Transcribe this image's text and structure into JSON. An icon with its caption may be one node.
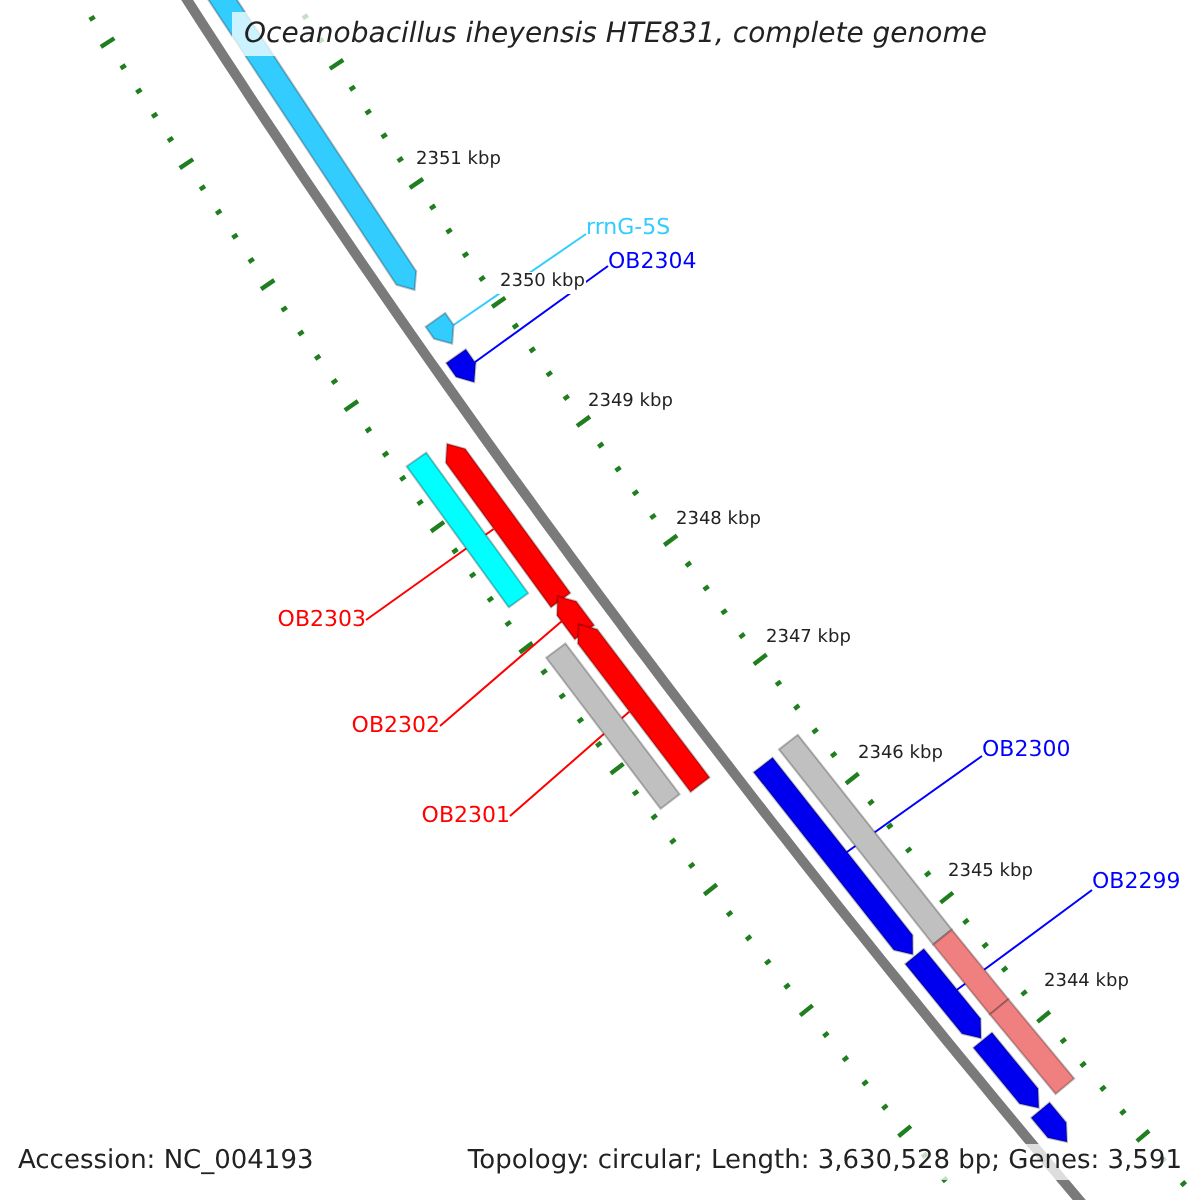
{
  "diagram": {
    "title": "Oceanobacillus iheyensis HTE831, complete genome",
    "nodes": [
      {
        "text": [
          "rrnG-5S"
        ]
      },
      {
        "text": [
          "OB2304"
        ]
      },
      {
        "text": [
          "OB2303"
        ]
      },
      {
        "text": [
          "OB2302"
        ]
      },
      {
        "text": [
          "OB2301"
        ]
      },
      {
        "text": [
          "OB2300"
        ]
      },
      {
        "text": [
          "OB2299"
        ]
      },
      {
        "text": [],
        "shape": "bar"
      },
      {
        "text": [],
        "shape": "bar"
      },
      {
        "text": [],
        "shape": "bar"
      },
      {
        "text": [],
        "shape": "bar"
      },
      {
        "text": [],
        "shape": "bar"
      },
      {
        "text": [],
        "shape": "bar"
      },
      {
        "text": [],
        "shape": "bar"
      },
      {
        "text": [],
        "shape": "bar"
      },
      {
        "text": [],
        "shape": "bar"
      },
      {
        "text": [],
        "shape": "bar"
      },
      {
        "text": [],
        "shape": "bar"
      },
      {
        "text": [],
        "shape": "bar"
      },
      {
        "text": [],
        "shape": "bar"
      },
      {
        "text": [],
        "shape": "bar"
      },
      {
        "text": [],
        "shape": "bar"
      }
    ],
    "edges": [
      {
        "from": 0,
        "to": 8,
        "arrow": "none",
        "color": "#33ccff"
      },
      {
        "from": 1,
        "to": 9,
        "arrow": "none",
        "color": "#0000ff"
      },
      {
        "from": 2,
        "to": 11,
        "arrow": "none",
        "color": "#ff0000"
      },
      {
        "from": 3,
        "to": 12,
        "arrow": "none",
        "color": "#ff0000"
      },
      {
        "from": 4,
        "to": 13,
        "arrow": "none",
        "color": "#ff0000"
      },
      {
        "from": 5,
        "to": 16,
        "arrow": "none",
        "color": "#0000ff"
      },
      {
        "from": 6,
        "to": 17,
        "arrow": "none",
        "color": "#0000ff"
      }
    ],
    "labels": [
      "2351 kbp",
      "2350 kbp",
      "2349 kbp",
      "2348 kbp",
      "2347 kbp",
      "2346 kbp",
      "2345 kbp",
      "2344 kbp",
      "Accession: NC_004193",
      "Topology: circular; Length: 3,630,528 bp; Genes: 3,591"
    ]
  }
}
